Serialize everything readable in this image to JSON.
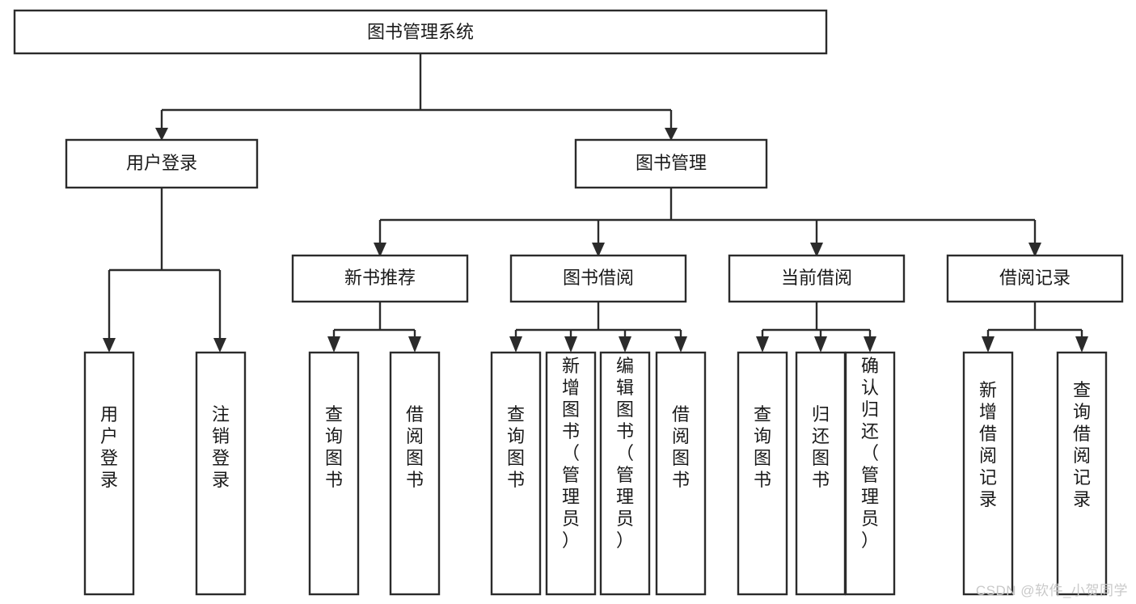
{
  "diagram": {
    "title": "图书管理系统",
    "type": "tree-hierarchy-functional-structure",
    "watermark": "CSDN @软件_小贺同学",
    "colors": {
      "stroke": "#2b2b2b",
      "fill": "#ffffff",
      "text": "#1a1a1a",
      "watermark": "#c9c9c9"
    },
    "levels": [
      {
        "level": 1,
        "nodes": [
          {
            "id": "root",
            "label": "图书管理系统",
            "orientation": "horizontal"
          }
        ]
      },
      {
        "level": 2,
        "nodes": [
          {
            "id": "login",
            "label": "用户登录",
            "orientation": "horizontal",
            "parent": "root"
          },
          {
            "id": "bookmgmt",
            "label": "图书管理",
            "orientation": "horizontal",
            "parent": "root"
          }
        ]
      },
      {
        "level": 3,
        "nodes": [
          {
            "id": "newbook",
            "label": "新书推荐",
            "orientation": "horizontal",
            "parent": "bookmgmt"
          },
          {
            "id": "borrow",
            "label": "图书借阅",
            "orientation": "horizontal",
            "parent": "bookmgmt"
          },
          {
            "id": "current",
            "label": "当前借阅",
            "orientation": "horizontal",
            "parent": "bookmgmt"
          },
          {
            "id": "records",
            "label": "借阅记录",
            "orientation": "horizontal",
            "parent": "bookmgmt"
          }
        ]
      },
      {
        "level": 4,
        "nodes": [
          {
            "id": "leaf-1",
            "label": "用户登录",
            "orientation": "vertical",
            "parent": "login"
          },
          {
            "id": "leaf-2",
            "label": "注销登录",
            "orientation": "vertical",
            "parent": "login"
          },
          {
            "id": "leaf-3",
            "label": "查询图书",
            "orientation": "vertical",
            "parent": "newbook"
          },
          {
            "id": "leaf-4",
            "label": "借阅图书",
            "orientation": "vertical",
            "parent": "newbook"
          },
          {
            "id": "leaf-5",
            "label": "查询图书",
            "orientation": "vertical",
            "parent": "borrow"
          },
          {
            "id": "leaf-6",
            "label": "新增图书（管理员）",
            "orientation": "vertical",
            "parent": "borrow"
          },
          {
            "id": "leaf-7",
            "label": "编辑图书（管理员）",
            "orientation": "vertical",
            "parent": "borrow"
          },
          {
            "id": "leaf-8",
            "label": "借阅图书",
            "orientation": "vertical",
            "parent": "borrow"
          },
          {
            "id": "leaf-9",
            "label": "查询图书",
            "orientation": "vertical",
            "parent": "current"
          },
          {
            "id": "leaf-10",
            "label": "归还图书",
            "orientation": "vertical",
            "parent": "current"
          },
          {
            "id": "leaf-11",
            "label": "确认归还（管理员）",
            "orientation": "vertical",
            "parent": "current"
          },
          {
            "id": "leaf-12",
            "label": "新增借阅记录",
            "orientation": "vertical",
            "parent": "records"
          },
          {
            "id": "leaf-13",
            "label": "查询借阅记录",
            "orientation": "vertical",
            "parent": "records"
          }
        ]
      }
    ]
  }
}
